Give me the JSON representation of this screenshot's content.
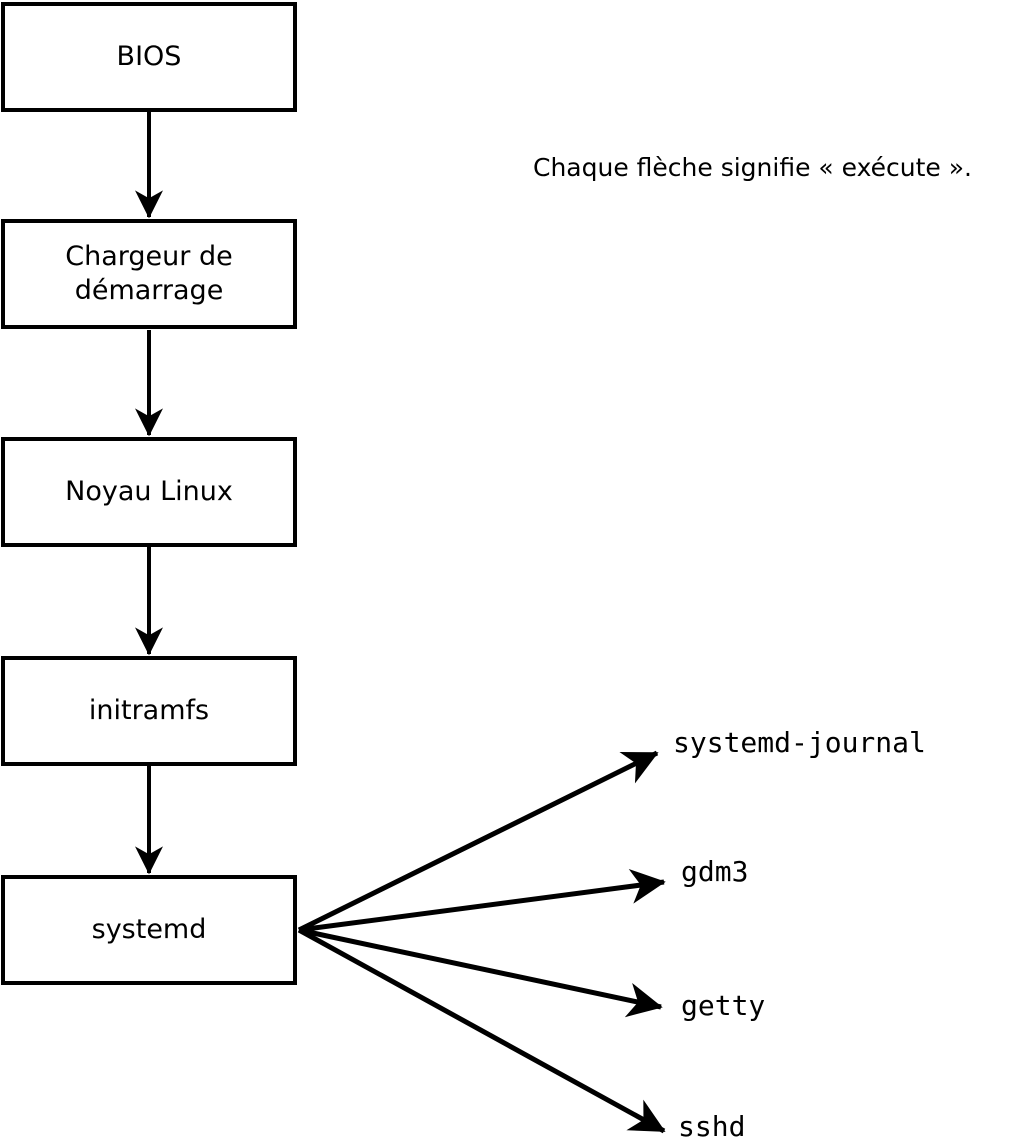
{
  "note": {
    "text": "Chaque flèche signifie « exécute »."
  },
  "boxes": [
    {
      "id": "bios",
      "lines": [
        "BIOS"
      ]
    },
    {
      "id": "chargeur",
      "lines": [
        "Chargeur de",
        "démarrage"
      ]
    },
    {
      "id": "noyau",
      "lines": [
        "Noyau Linux"
      ]
    },
    {
      "id": "initramfs",
      "lines": [
        "initramfs"
      ]
    },
    {
      "id": "systemd",
      "lines": [
        "systemd"
      ]
    }
  ],
  "processes": [
    {
      "label": "systemd-journal"
    },
    {
      "label": "gdm3"
    },
    {
      "label": "getty"
    },
    {
      "label": "sshd"
    }
  ],
  "colors": {
    "stroke": "#000000",
    "background": "#ffffff"
  }
}
